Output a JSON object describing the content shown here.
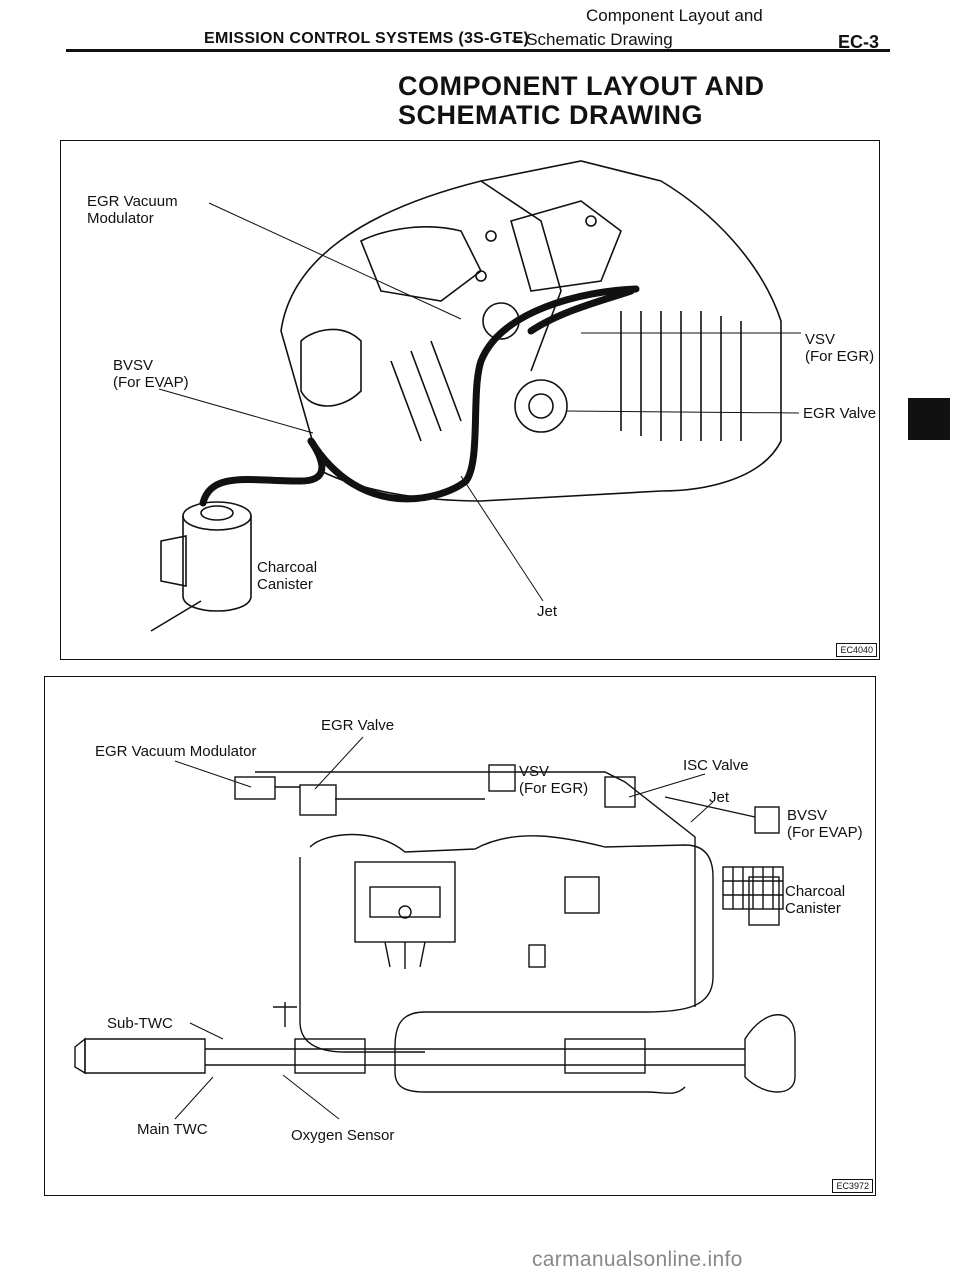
{
  "header": {
    "subtitle": "Component Layout and",
    "section": "EMISSION CONTROL SYSTEMS (3S-GTE)",
    "separator": "–",
    "subtitle2": "Schematic Drawing",
    "page": "EC-3"
  },
  "title": {
    "line1": "COMPONENT LAYOUT AND",
    "line2": "SCHEMATIC DRAWING"
  },
  "figure1": {
    "labels": {
      "egr_vacuum_modulator": "EGR Vacuum\nModulator",
      "bvsv": "BVSV\n(For EVAP)",
      "vsv": "VSV\n(For EGR)",
      "egr_valve": "EGR Valve",
      "charcoal_canister": "Charcoal\nCanister",
      "jet": "Jet"
    },
    "code": "EC4040"
  },
  "figure2": {
    "labels": {
      "egr_valve": "EGR Valve",
      "egr_vacuum_modulator": "EGR Vacuum Modulator",
      "vsv": "VSV\n(For EGR)",
      "isc_valve": "ISC Valve",
      "jet": "Jet",
      "bvsv": "BVSV\n(For EVAP)",
      "charcoal_canister": "Charcoal\nCanister",
      "sub_twc": "Sub-TWC",
      "main_twc": "Main TWC",
      "oxygen_sensor": "Oxygen Sensor"
    },
    "code": "EC3972"
  },
  "watermark": "carmanualsonline.info"
}
